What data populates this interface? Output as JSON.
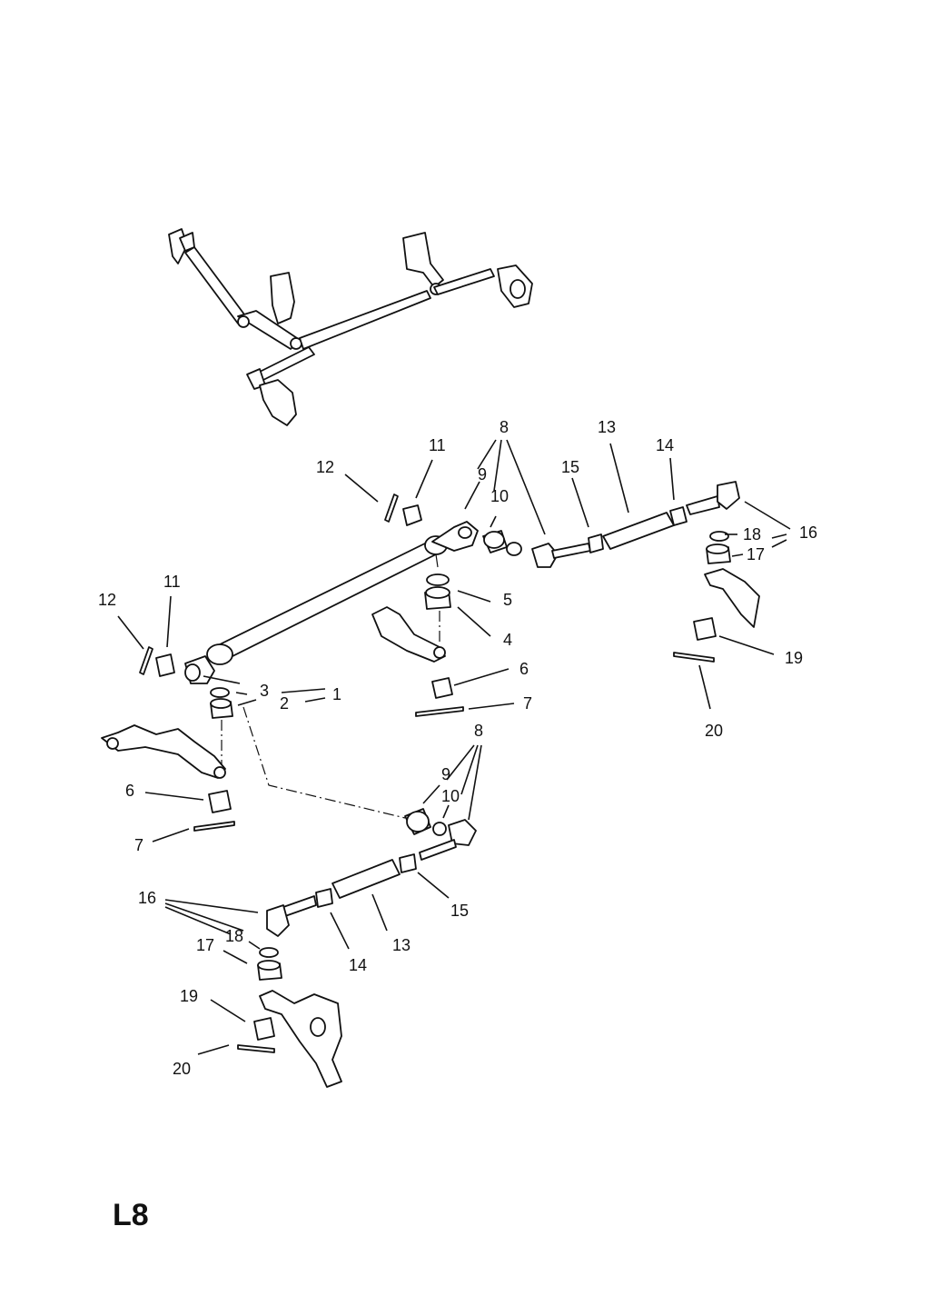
{
  "page_code": "L8",
  "callouts": {
    "c1": "1",
    "c2": "2",
    "c3": "3",
    "c4": "4",
    "c5": "5",
    "c6a": "6",
    "c6b": "6",
    "c7a": "7",
    "c7b": "7",
    "c8a": "8",
    "c8b": "8",
    "c9a": "9",
    "c9b": "9",
    "c10a": "10",
    "c10b": "10",
    "c11a": "11",
    "c11b": "11",
    "c12a": "12",
    "c12b": "12",
    "c13a": "13",
    "c13b": "13",
    "c14a": "14",
    "c14b": "14",
    "c15a": "15",
    "c15b": "15",
    "c16a": "16",
    "c16b": "16",
    "c17a": "17",
    "c17b": "17",
    "c18a": "18",
    "c18b": "18",
    "c19a": "19",
    "c19b": "19",
    "c20a": "20",
    "c20b": "20"
  }
}
